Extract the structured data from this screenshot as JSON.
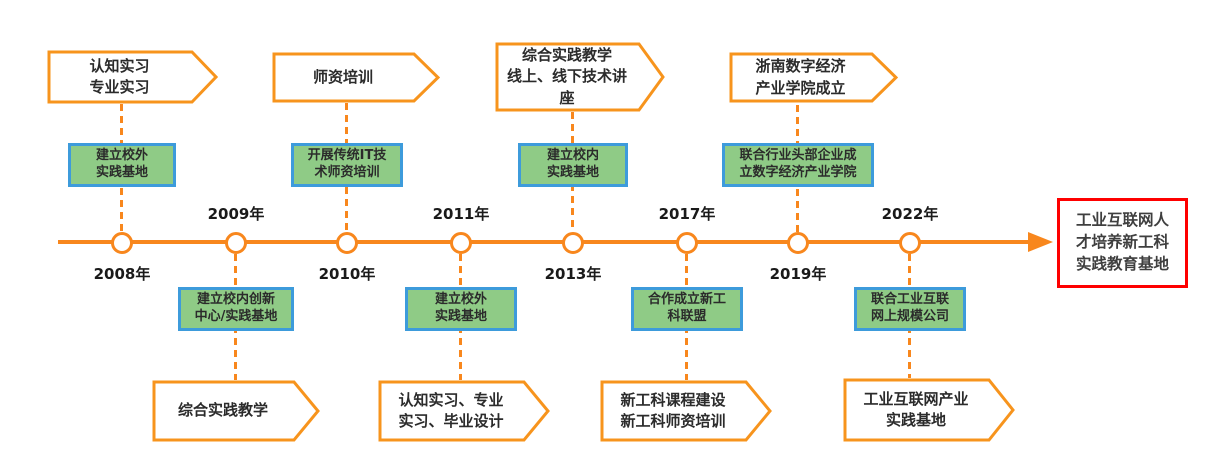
{
  "colors": {
    "timeline_orange": "#F8871D",
    "chevron_border_orange": "#F7941D",
    "milestone_green_fill": "#8FCB86",
    "milestone_blue_border": "#3D9BDB",
    "result_red_border": "#FE0000",
    "text_dark": "#2B2B2B"
  },
  "milestones": [
    {
      "year": "2008年",
      "side": "content-above",
      "banner": "认知实习\n专业实习",
      "box": "建立校外\n实践基地"
    },
    {
      "year": "2009年",
      "side": "content-below",
      "banner": "综合实践教学",
      "box": "建立校内创新\n中心/实践基地"
    },
    {
      "year": "2010年",
      "side": "content-above",
      "banner": "师资培训",
      "box": "开展传统IT技\n术师资培训"
    },
    {
      "year": "2011年",
      "side": "content-below",
      "banner": "认知实习、专业\n实习、毕业设计",
      "box": "建立校外\n实践基地"
    },
    {
      "year": "2013年",
      "side": "content-above",
      "banner": "综合实践教学\n线上、线下技术讲\n座",
      "box": "建立校内\n实践基地"
    },
    {
      "year": "2017年",
      "side": "content-below",
      "banner": "新工科课程建设\n新工科师资培训",
      "box": "合作成立新工\n科联盟"
    },
    {
      "year": "2019年",
      "side": "content-above",
      "banner": "浙南数字经济\n产业学院成立",
      "box": "联合行业头部企业成\n立数字经济产业学院"
    },
    {
      "year": "2022年",
      "side": "content-below",
      "banner": "工业互联网产业\n实践基地",
      "box": "联合工业互联\n网上规模公司"
    }
  ],
  "result_box": {
    "text": "工业互联网人\n才培养新工科\n实践教育基地"
  }
}
